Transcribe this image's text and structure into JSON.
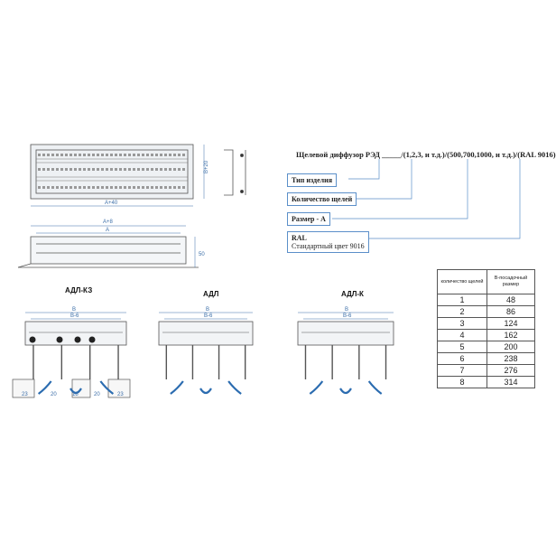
{
  "order_code": {
    "formula": "Щелевой диффузор РЭД _____/(1,2,3, и т.д.)/(500,700,1000, и т.д.)/(RAL 9016)",
    "fields": [
      {
        "label": "Тип изделия"
      },
      {
        "label": "Количество щелей"
      },
      {
        "label": "Размер - А"
      },
      {
        "label": "RAL",
        "sub": "Стандартный цвет 9016"
      }
    ]
  },
  "front_view": {
    "width_dim": "А+40",
    "height_dim": "В+20"
  },
  "top_view": {
    "outer_dim": "А+8",
    "inner_dim": "А",
    "height_dim": "50"
  },
  "sections": [
    {
      "title": "АДЛ-КЗ",
      "dim_outer": "В",
      "dim_inner": "В-6",
      "bottom_dims": [
        "23",
        "20",
        "18",
        "20",
        "23"
      ]
    },
    {
      "title": "АДЛ",
      "dim_outer": "В",
      "dim_inner": "В-6"
    },
    {
      "title": "АДЛ-К",
      "dim_outer": "В",
      "dim_inner": "В-6"
    }
  ],
  "slot_table": {
    "headers": [
      "количество щелей",
      "В-посадочный размер"
    ],
    "rows": [
      [
        "1",
        "48"
      ],
      [
        "2",
        "86"
      ],
      [
        "3",
        "124"
      ],
      [
        "4",
        "162"
      ],
      [
        "5",
        "200"
      ],
      [
        "6",
        "238"
      ],
      [
        "7",
        "276"
      ],
      [
        "8",
        "314"
      ]
    ]
  },
  "colors": {
    "line": "#555555",
    "dimension": "#3b6ea8",
    "arrow": "#2b6cb0"
  }
}
